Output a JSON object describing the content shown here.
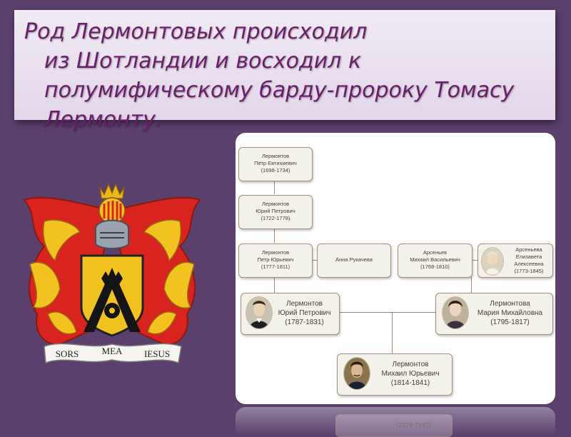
{
  "title": {
    "line1": "Род Лермонтовых происходил",
    "line2": "из Шотландии и восходил к",
    "line3": "полумифическому барду-пророку Томасу",
    "line4": "Лермонту."
  },
  "coat_of_arms": {
    "motto": [
      "SORS",
      "MEA",
      "IESUS"
    ]
  },
  "family_tree": {
    "petr_evtikhievich": [
      "Лермонтов",
      "Петр Евтихиевич",
      "(1698-1734)"
    ],
    "yuri_petrovich_1": [
      "Лермонтов",
      "Юрий Петрович",
      "(1722-1778)"
    ],
    "petr_yurievich": [
      "Лермонтов",
      "Петр Юрьевич",
      "(1777-1811)"
    ],
    "anna": [
      "Анна Рукачева"
    ],
    "arsenyev": [
      "Арсеньев",
      "Михаил Васильевич",
      "(1768-1810)"
    ],
    "arsenyeva": [
      "Арсеньева",
      "Елизавета",
      "Алексеевна",
      "(1773-1845)"
    ],
    "yuri_petrovich_2": [
      "Лермонтов",
      "Юрий Петрович",
      "(1787-1831)"
    ],
    "maria": [
      "Лермонтова",
      "Мария Михайловна",
      "(1795-1817)"
    ],
    "mikhail": [
      "Лермонтов",
      "Михаил Юрьевич",
      "(1814-1841)"
    ]
  },
  "reflection_text": "(1814-1841)"
}
